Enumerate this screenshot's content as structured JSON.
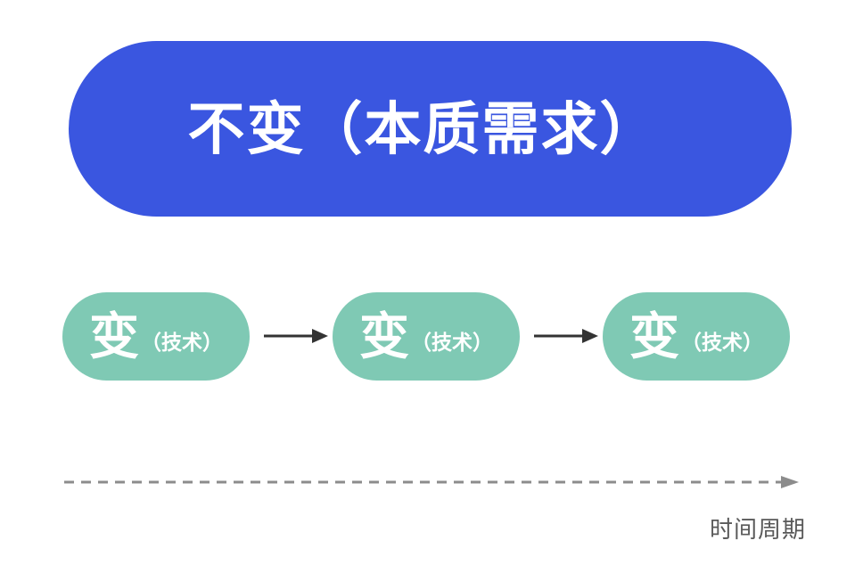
{
  "diagram": {
    "constant_pill": {
      "label": "不变（本质需求）"
    },
    "change_pills": [
      {
        "main": "变",
        "sub": "（技术）"
      },
      {
        "main": "变",
        "sub": "（技术）"
      },
      {
        "main": "变",
        "sub": "（技术）"
      }
    ],
    "timeline_label": "时间周期",
    "colors": {
      "constant_pill_bg": "#3A56E0",
      "change_pill_bg": "#7FC9B4",
      "pill_text": "#FFFFFF",
      "flow_arrow": "#333333",
      "timeline_dash": "#8C8C8C",
      "timeline_label_text": "#595959",
      "background": "#FFFFFF"
    },
    "icons": [
      "right-arrow-icon",
      "dashed-timeline-arrow-icon"
    ]
  }
}
